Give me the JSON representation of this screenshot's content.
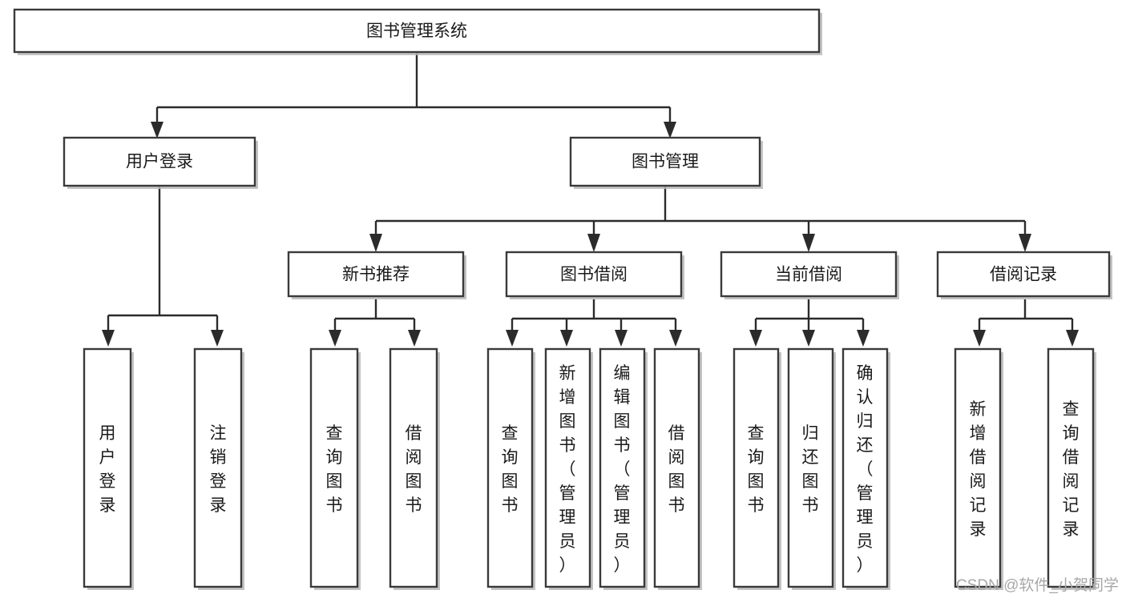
{
  "diagram": {
    "type": "hierarchy-tree",
    "title": "图书管理系统",
    "orientation": "top-down",
    "colors": {
      "box_fill": "#ffffff",
      "box_stroke": "#3a3a3a",
      "connector": "#2b2b2b",
      "text": "#1a1a1a",
      "watermark": "#a8a8a8",
      "background": "#ffffff"
    },
    "root": {
      "id": "root",
      "label": "图书管理系统",
      "orientation": "horizontal"
    },
    "level1": [
      {
        "id": "user-login",
        "label": "用户登录",
        "orientation": "horizontal"
      },
      {
        "id": "book-management",
        "label": "图书管理",
        "orientation": "horizontal"
      }
    ],
    "level2": [
      {
        "id": "new-book-recommend",
        "label": "新书推荐",
        "parent": "book-management",
        "orientation": "horizontal"
      },
      {
        "id": "book-borrow",
        "label": "图书借阅",
        "parent": "book-management",
        "orientation": "horizontal"
      },
      {
        "id": "current-borrow",
        "label": "当前借阅",
        "parent": "book-management",
        "orientation": "horizontal"
      },
      {
        "id": "borrow-record",
        "label": "借阅记录",
        "parent": "book-management",
        "orientation": "horizontal"
      }
    ],
    "leaves": [
      {
        "id": "leaf-user-login",
        "label": "用户登录",
        "parent": "user-login",
        "orientation": "vertical"
      },
      {
        "id": "leaf-user-logout",
        "label": "注销登录",
        "parent": "user-login",
        "orientation": "vertical"
      },
      {
        "id": "leaf-query-book-1",
        "label": "查询图书",
        "parent": "new-book-recommend",
        "orientation": "vertical"
      },
      {
        "id": "leaf-borrow-book-1",
        "label": "借阅图书",
        "parent": "new-book-recommend",
        "orientation": "vertical"
      },
      {
        "id": "leaf-query-book-2",
        "label": "查询图书",
        "parent": "book-borrow",
        "orientation": "vertical"
      },
      {
        "id": "leaf-add-book",
        "label": "新增图书（管理员）",
        "parent": "book-borrow",
        "orientation": "vertical"
      },
      {
        "id": "leaf-edit-book",
        "label": "编辑图书（管理员）",
        "parent": "book-borrow",
        "orientation": "vertical"
      },
      {
        "id": "leaf-borrow-book-2",
        "label": "借阅图书",
        "parent": "book-borrow",
        "orientation": "vertical"
      },
      {
        "id": "leaf-query-book-3",
        "label": "查询图书",
        "parent": "current-borrow",
        "orientation": "vertical"
      },
      {
        "id": "leaf-return-book",
        "label": "归还图书",
        "parent": "current-borrow",
        "orientation": "vertical"
      },
      {
        "id": "leaf-confirm-return",
        "label": "确认归还（管理员）",
        "parent": "current-borrow",
        "orientation": "vertical"
      },
      {
        "id": "leaf-add-borrow-record",
        "label": "新增借阅记录",
        "parent": "borrow-record",
        "orientation": "vertical"
      },
      {
        "id": "leaf-query-borrow-record",
        "label": "查询借阅记录",
        "parent": "borrow-record",
        "orientation": "vertical"
      }
    ]
  },
  "watermark": {
    "text": "CSDN @软件_小贺同学"
  }
}
